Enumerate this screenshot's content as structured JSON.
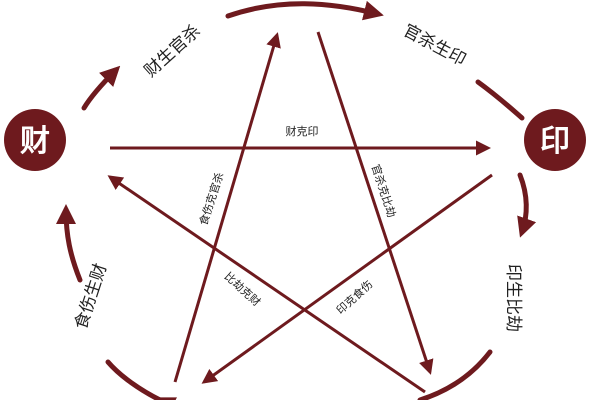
{
  "nodes": {
    "cai": "财",
    "yin": "印"
  },
  "cycle": {
    "top_left": "财生官杀",
    "top_right": "官杀生印",
    "right": "印生比劫",
    "left": "食伤生财"
  },
  "star": {
    "cai_ke_yin": "财克印",
    "guansha_ke_bijie": "官杀克比劫",
    "shishang_ke_guansha": "食伤克官杀",
    "bijie_ke_cai": "比劫克财",
    "yin_ke_shishang": "印克食伤"
  },
  "colors": {
    "accent": "#6e1a1e",
    "text": "#222222"
  }
}
